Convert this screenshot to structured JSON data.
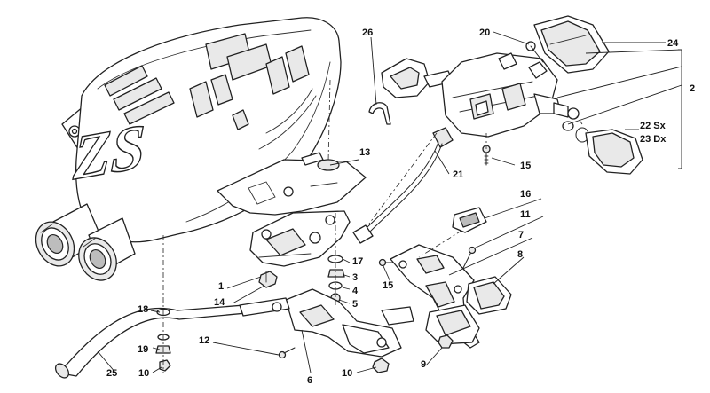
{
  "callouts": {
    "c1": "1",
    "c2": "2",
    "c3": "3",
    "c4": "4",
    "c5": "5",
    "c6": "6",
    "c7": "7",
    "c8": "8",
    "c9": "9",
    "c10a": "10",
    "c10b": "10",
    "c11": "11",
    "c12": "12",
    "c13": "13",
    "c14": "14",
    "c15a": "15",
    "c15b": "15",
    "c16": "16",
    "c17": "17",
    "c18": "18",
    "c19": "19",
    "c20": "20",
    "c21": "21",
    "c22": "22 Sx",
    "c23": "23 Dx",
    "c24": "24",
    "c25": "25",
    "c26": "26"
  },
  "muffler_logo": "ZS"
}
